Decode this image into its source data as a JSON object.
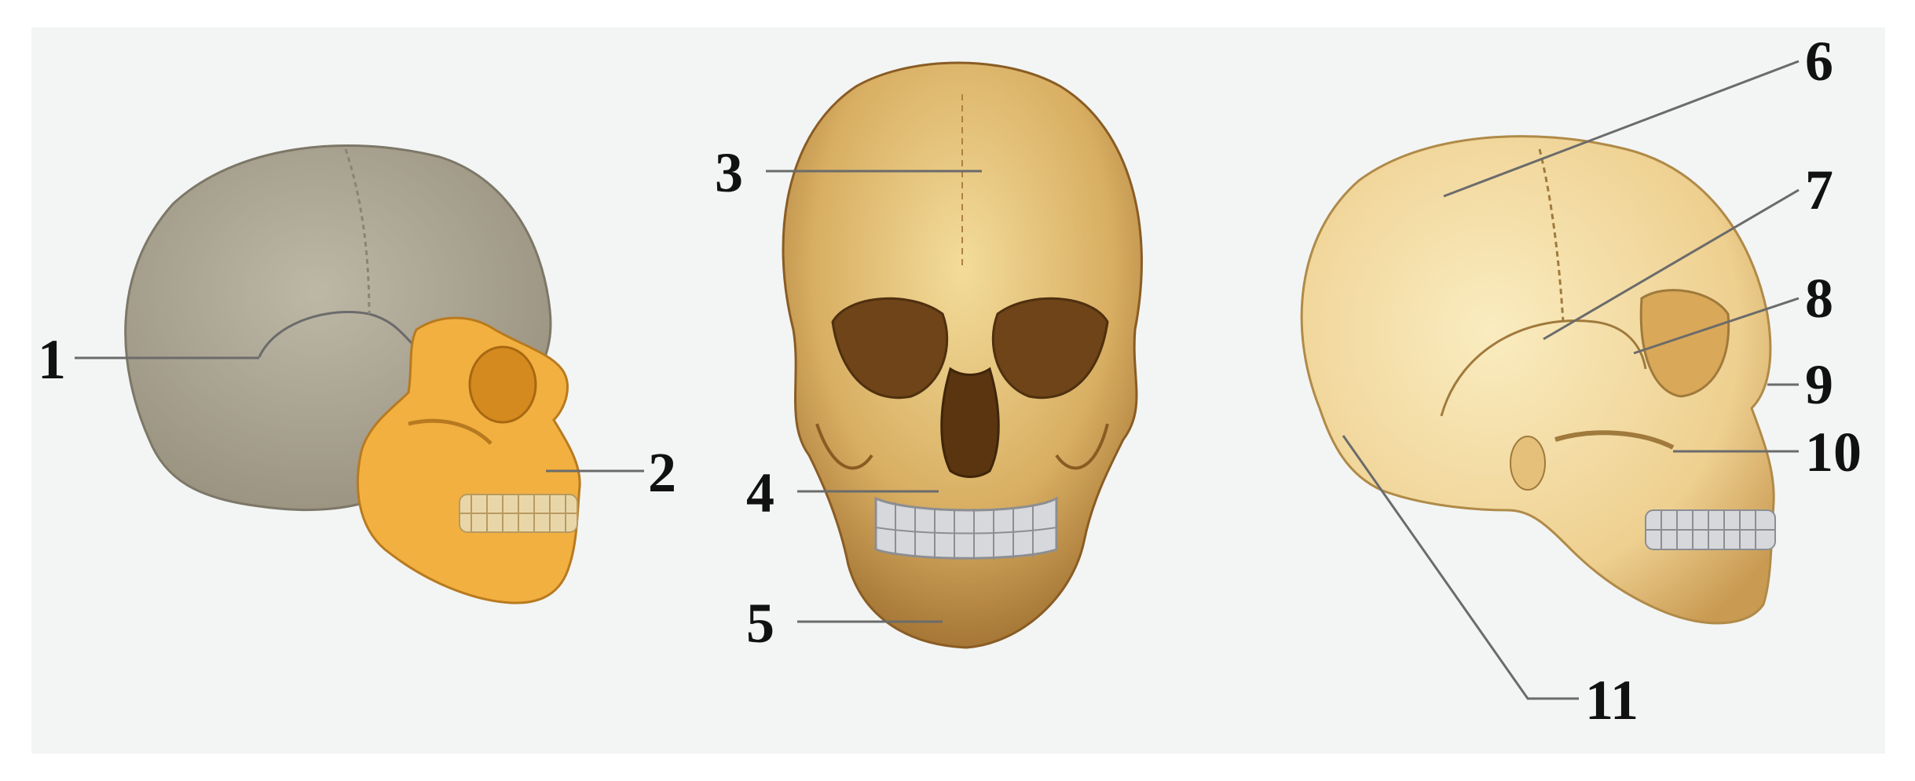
{
  "colors": {
    "background": "#f2f5f4",
    "neuro_gray": "#a8a290",
    "facial_orange": "#f2b040",
    "bone_front": "#d8ae62",
    "bone_right": "#f0d89a",
    "teeth": "#d6d8dc",
    "leader": "#6b6b6b"
  },
  "figures": [
    {
      "name": "skull-lateral-left",
      "view": "lateral"
    },
    {
      "name": "skull-anterior",
      "view": "anterior"
    },
    {
      "name": "skull-lateral-right",
      "view": "lateral"
    }
  ],
  "labels": [
    "1",
    "2",
    "3",
    "4",
    "5",
    "6",
    "7",
    "8",
    "9",
    "10",
    "11"
  ]
}
